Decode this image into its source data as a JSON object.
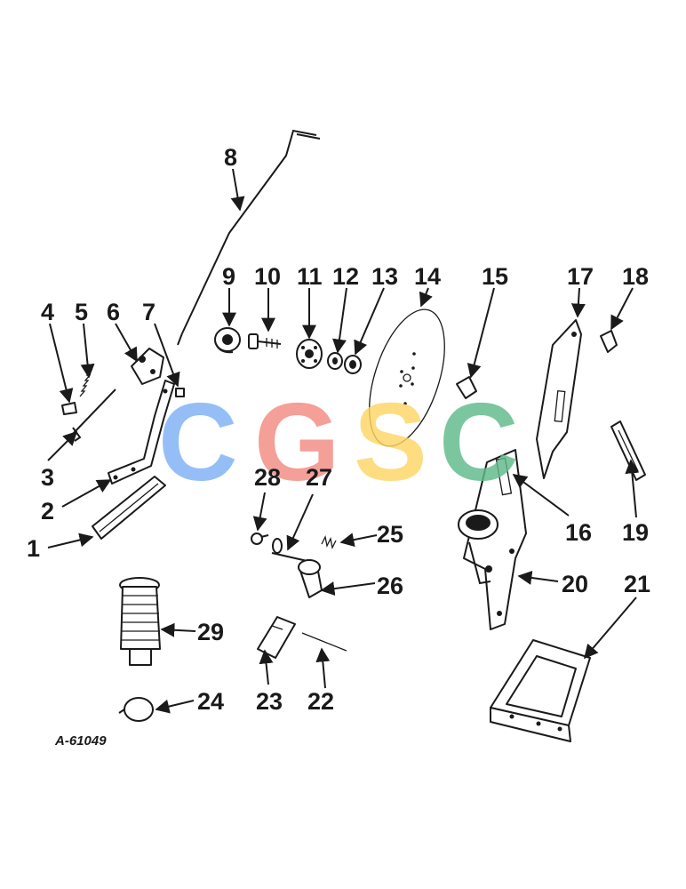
{
  "diagram": {
    "reference": "A-61049",
    "watermark": {
      "letters": [
        {
          "char": "C",
          "color": "#7fb0f5"
        },
        {
          "char": "G",
          "color": "#f28b82"
        },
        {
          "char": "S",
          "color": "#fdd663"
        },
        {
          "char": "C",
          "color": "#5fba8a"
        }
      ]
    },
    "callouts": [
      "1",
      "2",
      "3",
      "4",
      "5",
      "6",
      "7",
      "8",
      "9",
      "10",
      "11",
      "12",
      "13",
      "14",
      "15",
      "16",
      "17",
      "18",
      "19",
      "20",
      "21",
      "22",
      "23",
      "24",
      "25",
      "26",
      "27",
      "28",
      "29"
    ]
  }
}
